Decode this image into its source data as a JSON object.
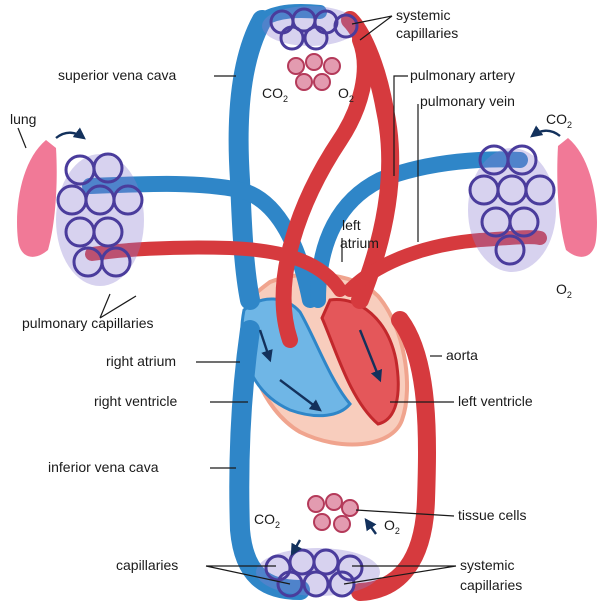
{
  "labels": {
    "systemic_capillaries_top_1": "systemic",
    "systemic_capillaries_top_2": "capillaries",
    "superior_vena_cava": "superior vena cava",
    "pulmonary_artery": "pulmonary artery",
    "pulmonary_vein": "pulmonary vein",
    "co2_top": "CO",
    "co2_top_sub": "2",
    "o2_top": "O",
    "o2_top_sub": "2",
    "lung": "lung",
    "co2_right": "CO",
    "co2_right_sub": "2",
    "left_atrium_1": "left",
    "left_atrium_2": "atrium",
    "o2_right": "O",
    "o2_right_sub": "2",
    "pulmonary_capillaries": "pulmonary capillaries",
    "aorta": "aorta",
    "right_atrium": "right atrium",
    "right_ventricle": "right ventricle",
    "left_ventricle": "left ventricle",
    "inferior_vena_cava": "inferior vena cava",
    "co2_bottom": "CO",
    "co2_bottom_sub": "2",
    "o2_bottom": "O",
    "o2_bottom_sub": "2",
    "tissue_cells": "tissue cells",
    "capillaries": "capillaries",
    "systemic_capillaries_bottom_1": "systemic",
    "systemic_capillaries_bottom_2": "capillaries"
  },
  "colors": {
    "deoxygenated": "#2f86c8",
    "oxygenated": "#d63a3e",
    "capillary_net": "#4a3c9c",
    "lung_tissue": "#f06a8c",
    "heart_outline": "#f4b9a8"
  }
}
